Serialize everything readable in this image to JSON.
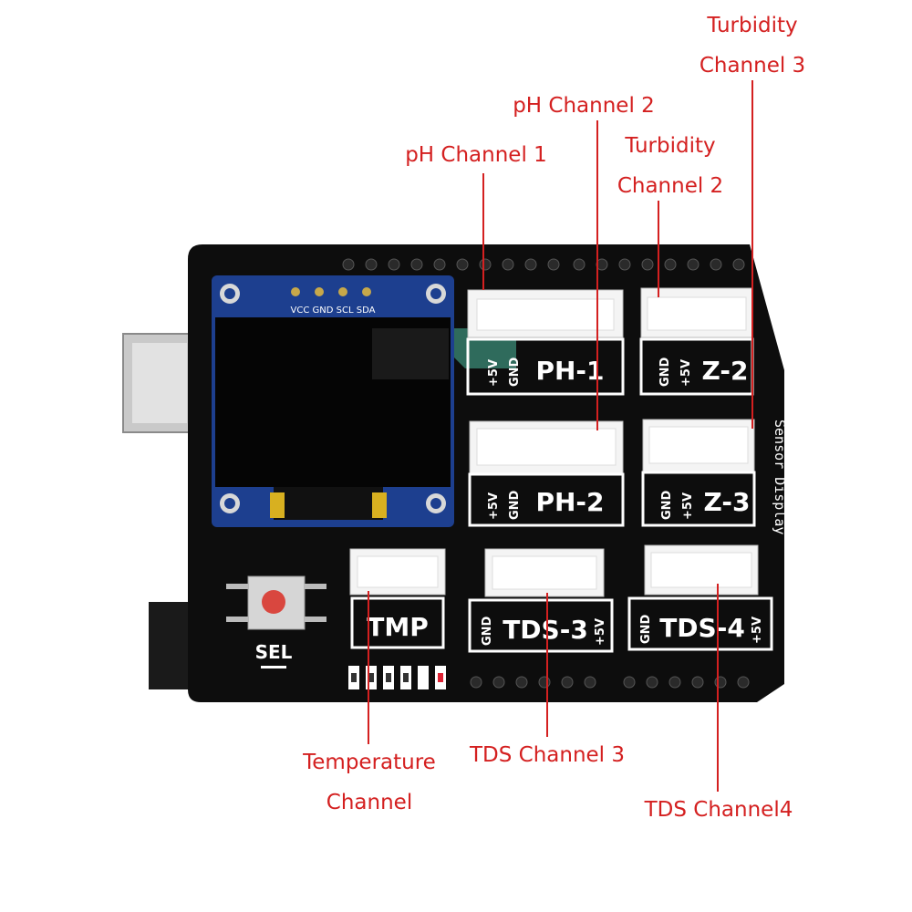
{
  "callouts": {
    "turbidity_3": [
      "Turbidity",
      "Channel 3"
    ],
    "ph_2": [
      "pH Channel 2"
    ],
    "turbidity_2": [
      "Turbidity",
      "Channel 2"
    ],
    "ph_1": [
      "pH Channel 1"
    ],
    "temperature": [
      "Temperature",
      "Channel"
    ],
    "tds_3": [
      "TDS Channel 3"
    ],
    "tds_4": [
      "TDS Channel4"
    ]
  },
  "board": {
    "silkscreen": {
      "oled_pins": "VCC GND SCL SDA",
      "ph1": "PH-1",
      "ph2": "PH-2",
      "z2": "Z-2",
      "z3": "Z-3",
      "tmp": "TMP",
      "tds3": "TDS-3",
      "tds4": "TDS-4",
      "sel": "SEL",
      "gnd": "GND",
      "plus5v": "+5V",
      "side_label": "Sensor Display"
    }
  },
  "colors": {
    "label_red": "#d42020",
    "pcb_black": "#0d0d0d",
    "oled_blue": "#1d3f8f",
    "connector_white": "#f4f4f4"
  }
}
